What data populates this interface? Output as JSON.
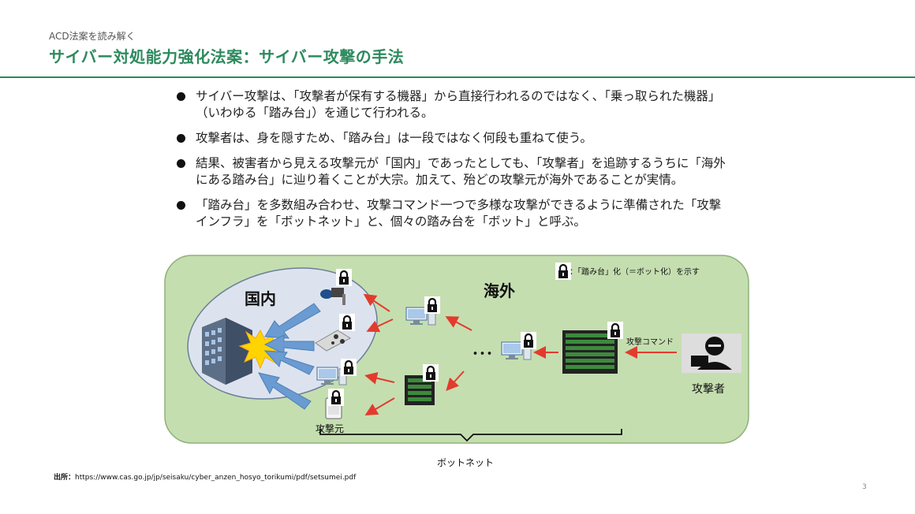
{
  "header": {
    "subtitle": "ACD法案を読み解く",
    "title": "サイバー対処能力強化法案：サイバー攻撃の手法"
  },
  "bullets": [
    "サイバー攻撃は、「攻撃者が保有する機器」から直接行われるのではなく、「乗っ取られた機器」（いわゆる「踏み台」）を通じて行われる。",
    "攻撃者は、身を隠すため、「踏み台」は一段ではなく何段も重ねて使う。",
    "結果、被害者から見える攻撃元が「国内」であったとしても、「攻撃者」を追跡するうちに「海外にある踏み台」に辿り着くことが大宗。加えて、殆どの攻撃元が海外であることが実情。",
    "「踏み台」を多数組み合わせ、攻撃コマンド一つで多様な攻撃ができるように準備された「攻撃インフラ」を「ボットネット」と、個々の踏み台を「ボット」と呼ぶ。"
  ],
  "diagram": {
    "domestic_label": "国内",
    "overseas_label": "海外",
    "legend_text": "：「踏み台」化（＝ボット化）を示す",
    "attack_source_label": "攻撃元",
    "attacker_label": "攻撃者",
    "command_label": "攻撃コマンド",
    "botnet_label": "ボットネット",
    "ellipsis": "･･･",
    "colors": {
      "outer_bg": "#c5deb0",
      "domestic_bg": "#dde3ee",
      "arrow_blue": "#6a9bd1",
      "arrow_red": "#e23b2e"
    }
  },
  "footer": {
    "source_prefix": "出所：",
    "source_url": "https://www.cas.go.jp/jp/seisaku/cyber_anzen_hosyo_torikumi/pdf/setsumei.pdf"
  },
  "page_number": "3"
}
